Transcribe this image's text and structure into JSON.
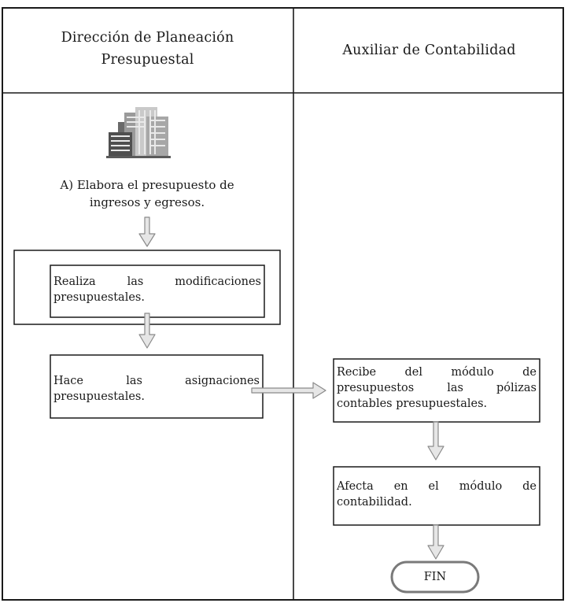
{
  "lanes": [
    {
      "title": "Dirección de Planeación Presupuestal"
    },
    {
      "title": "Auxiliar de Contabilidad"
    }
  ],
  "steps": {
    "start": {
      "text": "A) Elabora el presupuesto de ingresos y egresos.",
      "icon": "buildings-icon"
    },
    "modify": {
      "text": "Realiza las modificaciones presupuestales."
    },
    "assign": {
      "text": "Hace las asignaciones presupuestales."
    },
    "receive": {
      "text": "Recibe del módulo de presupuestos las pólizas contables presupuestales."
    },
    "affect": {
      "text": "Afecta en el módulo de contabilidad."
    },
    "end": {
      "text": "FIN"
    }
  },
  "colors": {
    "line": "#1a1a1a",
    "arrow_fill": "#e6e6e6",
    "arrow_stroke": "#8a8a8a",
    "building_dark": "#5a5a5a",
    "building_light": "#d8d8d8"
  }
}
